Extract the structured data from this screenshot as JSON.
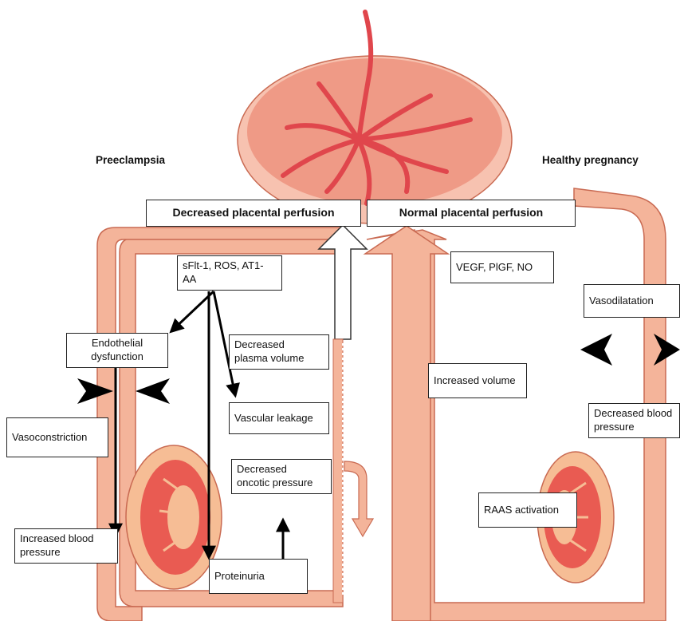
{
  "headers": {
    "left": "Preeclampsia",
    "right": "Healthy pregnancy"
  },
  "perfusion": {
    "decreased": "Decreased placental perfusion",
    "normal": "Normal placental perfusion"
  },
  "preeclampsia_labels": {
    "factors": "sFlt-1, ROS, AT1-AA",
    "endothelial_1": "Endothelial",
    "endothelial_2": "dysfunction",
    "plasma_1": "Decreased",
    "plasma_2": "plasma volume",
    "leakage": "Vascular leakage",
    "vasoconstriction": "Vasoconstriction",
    "oncotic_1": "Decreased",
    "oncotic_2": "oncotic pressure",
    "bp_1": "Increased blood",
    "bp_2": "pressure",
    "proteinuria": "Proteinuria"
  },
  "healthy_labels": {
    "factors": "VEGF, PlGF, NO",
    "vasodilatation": "Vasodilatation",
    "volume": "Increased volume",
    "bp_1": "Decreased blood",
    "bp_2": "pressure",
    "raas": "RAAS activation"
  },
  "colors": {
    "vessel": "#f4b49a",
    "vessel_stroke": "#c96a52",
    "placenta": "#ef9a86",
    "placenta_rim": "#f7c2b0",
    "artery": "#e0464c",
    "kidney_outer": "#f6bd95",
    "kidney_inner": "#e95b52"
  }
}
